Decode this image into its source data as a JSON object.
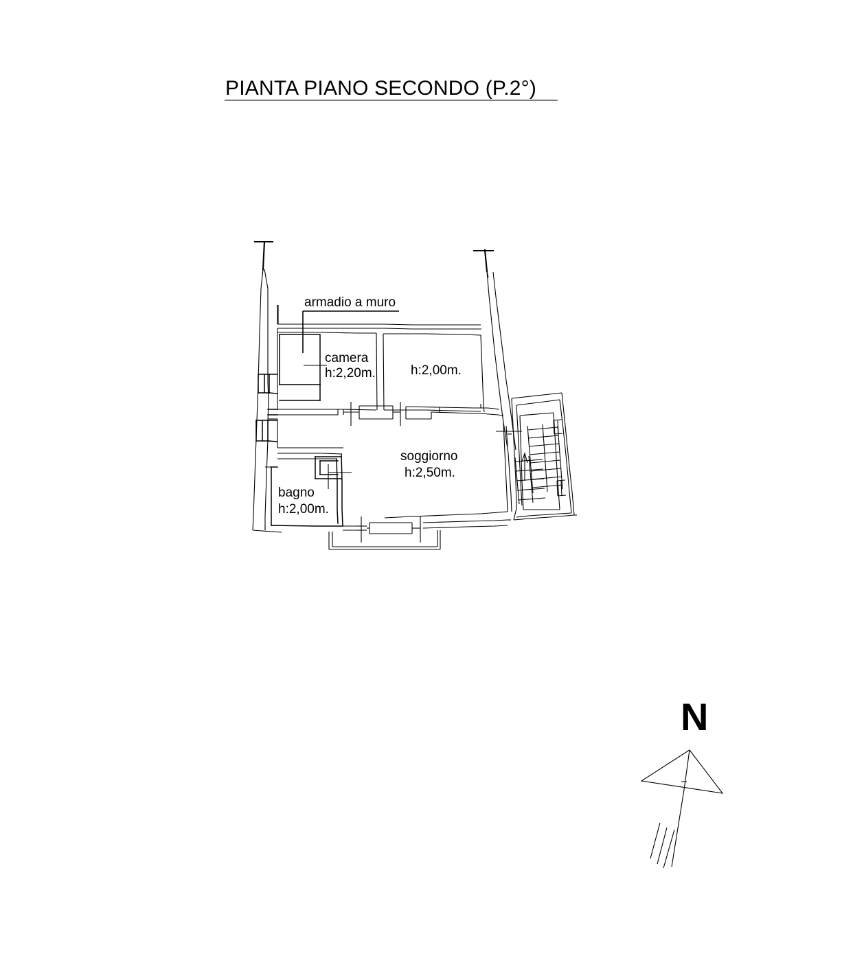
{
  "sheet": {
    "title": "PIANTA PIANO SECONDO (P.2°)",
    "background_color": "#ffffff",
    "line_color": "#000000"
  },
  "drawing": {
    "type": "architectural-floor-plan",
    "rooms": [
      {
        "key": "camera",
        "name": "camera",
        "height_label": "h:2,20m."
      },
      {
        "key": "room2",
        "name": "",
        "height_label": "h:2,00m."
      },
      {
        "key": "soggiorno",
        "name": "soggiorno",
        "height_label": "h:2,50m."
      },
      {
        "key": "bagno",
        "name": "bagno",
        "height_label": "h:2,00m."
      }
    ],
    "annotations": [
      {
        "key": "armadio",
        "text": "armadio a muro",
        "underlined": true,
        "leader": true
      }
    ],
    "features": [
      {
        "key": "staircase",
        "name": "scala"
      },
      {
        "key": "balcony",
        "name": "balcone"
      },
      {
        "key": "closet",
        "name": "armadio a muro"
      }
    ]
  },
  "north_indicator": {
    "letter": "N",
    "shape": "arrow-with-tail"
  },
  "labels": {
    "camera_name": "camera",
    "camera_h": "h:2,20m.",
    "room2_h": "h:2,00m.",
    "soggiorno_name": "soggiorno",
    "soggiorno_h": "h:2,50m.",
    "bagno_name": "bagno",
    "bagno_h": "h:2,00m.",
    "armadio": "armadio a muro"
  }
}
